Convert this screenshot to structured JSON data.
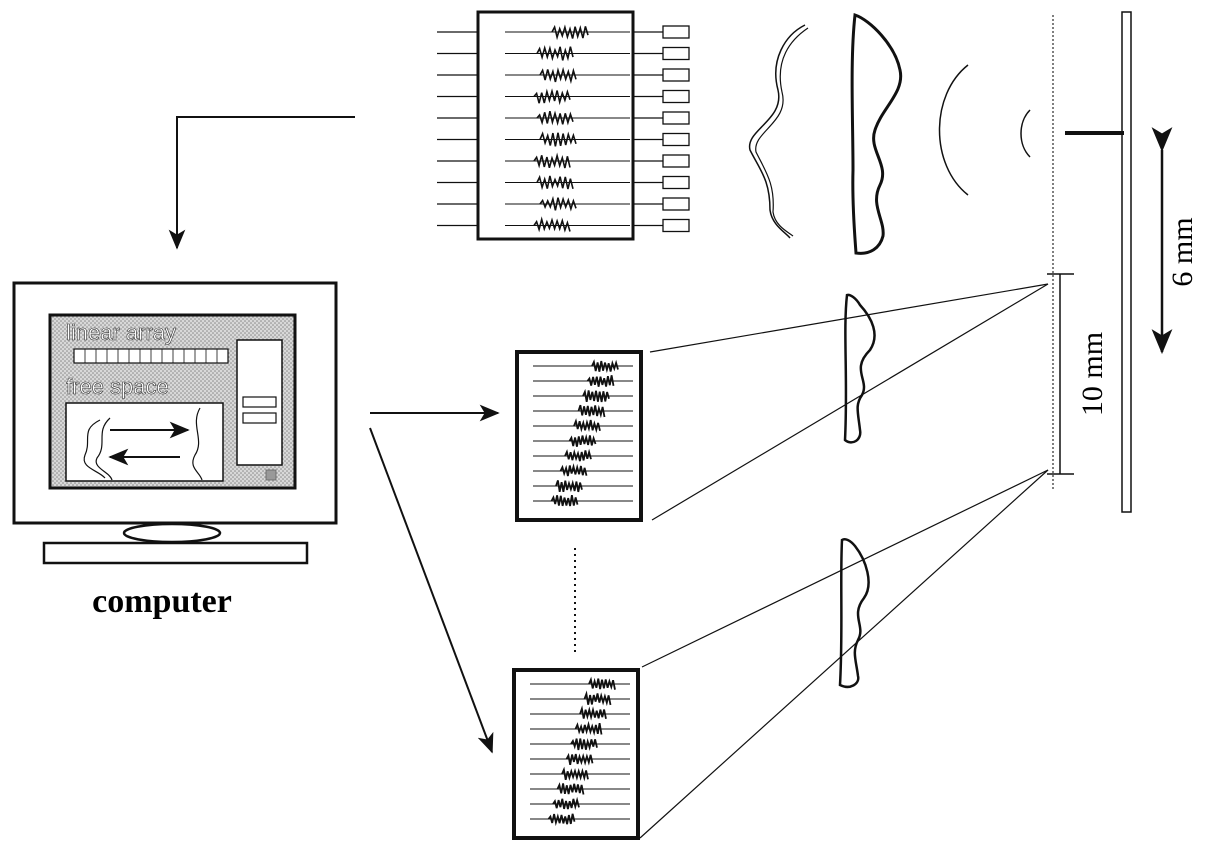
{
  "labels": {
    "computer": "computer",
    "screen_line1": "linear array",
    "screen_line2": "free space",
    "dim_10mm": "10 mm",
    "dim_6mm": "6 mm"
  },
  "colors": {
    "ink": "#111111",
    "screen_bg": "#c9c9c9",
    "paper": "#ffffff"
  },
  "panels": [
    {
      "name": "receiver-array-panel",
      "channels": 10,
      "shift_trend": "vertical-stack"
    },
    {
      "name": "reconstructed-panel-1",
      "channels": 10,
      "shift_trend": "diagonal"
    },
    {
      "name": "reconstructed-panel-2",
      "channels": 10,
      "shift_trend": "diagonal"
    }
  ],
  "icons": {
    "arrow": "arrow-icon",
    "computer": "computer-icon",
    "double_arrow": "double-arrow-icon"
  }
}
